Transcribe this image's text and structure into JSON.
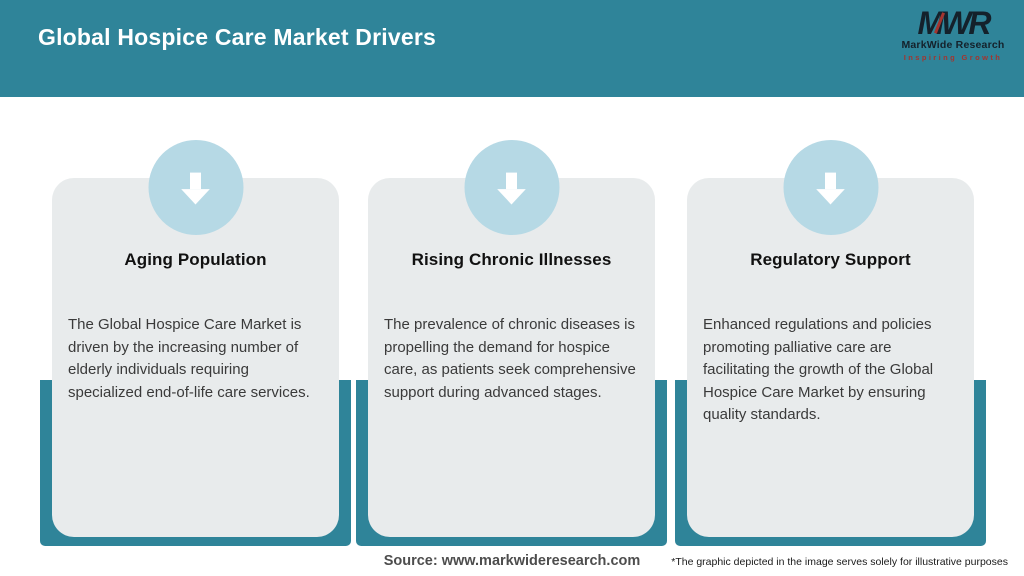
{
  "header": {
    "title": "Global Hospice Care Market Drivers",
    "logo": {
      "acronym": "MWR",
      "name": "MarkWide Research",
      "tagline": "Inspiring Growth"
    }
  },
  "cards": [
    {
      "icon": "down-arrow-icon",
      "title": "Aging Population",
      "description": "The Global Hospice Care Market is driven by the increasing number of elderly individuals requiring specialized end-of-life care services."
    },
    {
      "icon": "down-arrow-icon",
      "title": "Rising Chronic Illnesses",
      "description": "The prevalence of chronic diseases is propelling the demand for hospice care, as patients seek comprehensive support during advanced stages."
    },
    {
      "icon": "down-arrow-icon",
      "title": "Regulatory Support",
      "description": "Enhanced regulations and policies promoting palliative care are facilitating the growth of the Global Hospice Care Market by ensuring quality standards."
    }
  ],
  "footer": {
    "source": "Source: www.markwideresearch.com",
    "disclaimer": "*The graphic depicted in the image serves solely for illustrative purposes"
  },
  "colors": {
    "header_teal": "#2F8499",
    "card_bg": "#E8EBEC",
    "circle_blue": "#B6D9E5",
    "logo_dark": "#14212B",
    "logo_accent": "#A33530"
  }
}
